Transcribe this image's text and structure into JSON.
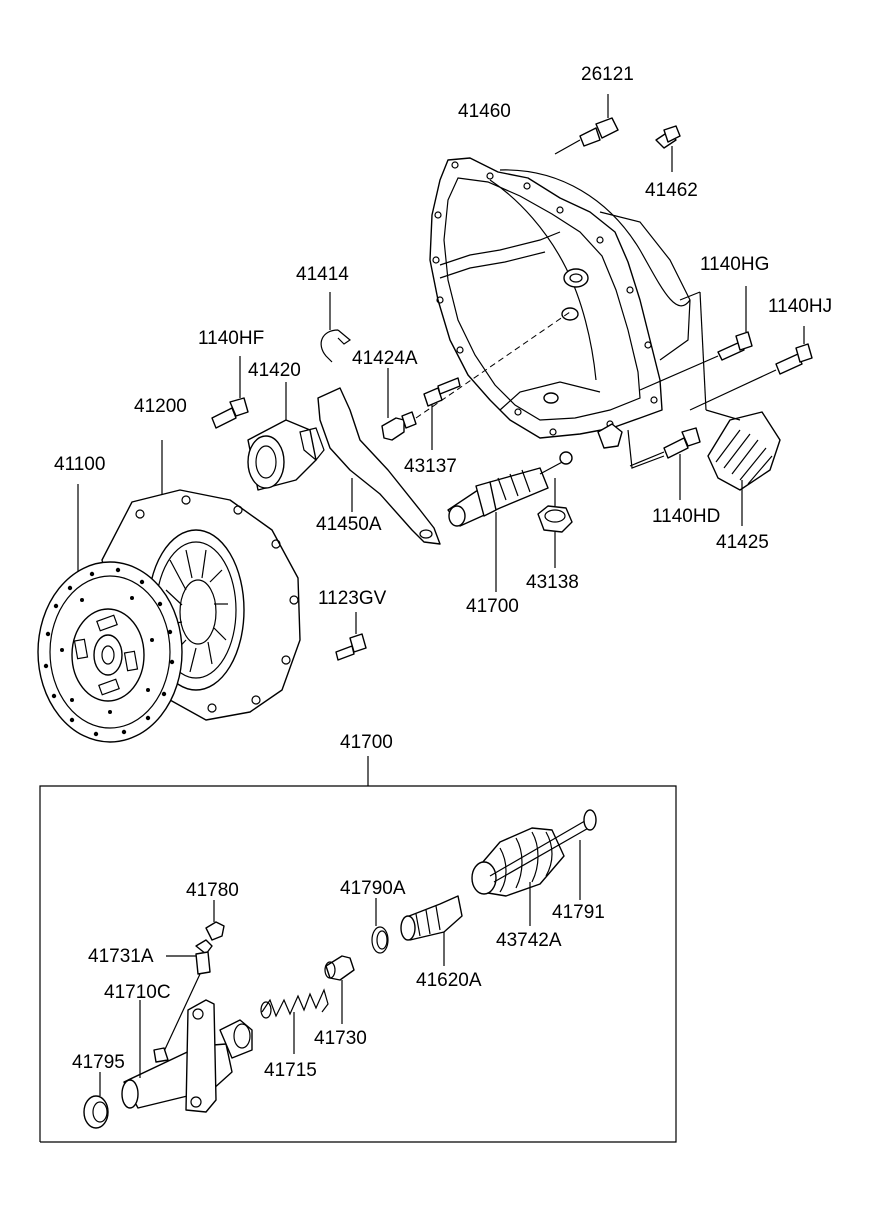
{
  "labels": {
    "p26121": "26121",
    "p41460": "41460",
    "p41462": "41462",
    "p1140HG": "1140HG",
    "p1140HJ": "1140HJ",
    "p41414": "41414",
    "p1140HF": "1140HF",
    "p41420": "41420",
    "p41424A": "41424A",
    "p41200": "41200",
    "p43137": "43137",
    "p41100": "41100",
    "p41450A": "41450A",
    "p1140HD": "1140HD",
    "p41425": "41425",
    "p43138": "43138",
    "p41700": "41700",
    "p1123GV": "1123GV",
    "p41700_box": "41700",
    "p41780": "41780",
    "p41790A": "41790A",
    "p41791": "41791",
    "p41731A": "41731A",
    "p43742A": "43742A",
    "p41710C": "41710C",
    "p41620A": "41620A",
    "p41795": "41795",
    "p41730": "41730",
    "p41715": "41715"
  },
  "colors": {
    "line": "#000000",
    "background": "#ffffff"
  }
}
